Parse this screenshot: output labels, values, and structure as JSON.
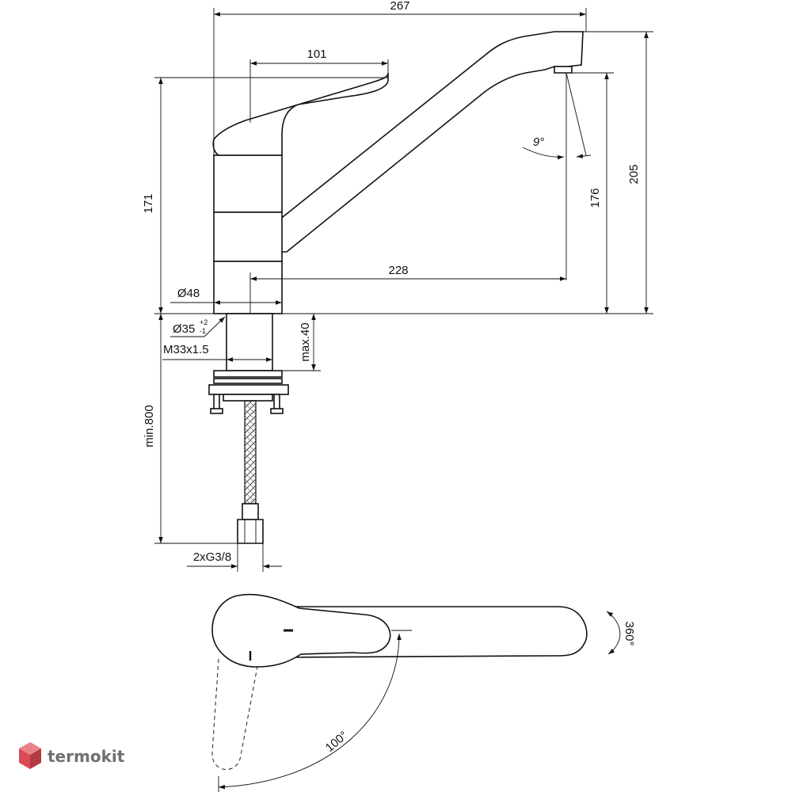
{
  "dimensions": {
    "total_length": "267",
    "lever_length": "101",
    "body_height": "171",
    "spout_height": "176",
    "total_height": "205",
    "spout_reach": "228",
    "body_diameter": "Ø48",
    "hole_diameter": "Ø35",
    "hole_tol_plus": "+2",
    "hole_tol_minus": "-1",
    "thread": "M33x1.5",
    "max_thickness": "max.40",
    "hose_length": "min.800",
    "connection": "2xG3/8",
    "spout_angle": "9°",
    "swivel": "360°",
    "lever_rotation": "100°"
  },
  "watermark": {
    "brand": "termokit",
    "colors": {
      "top": "#e8838a",
      "left": "#d94b55",
      "right": "#b23a43"
    }
  }
}
